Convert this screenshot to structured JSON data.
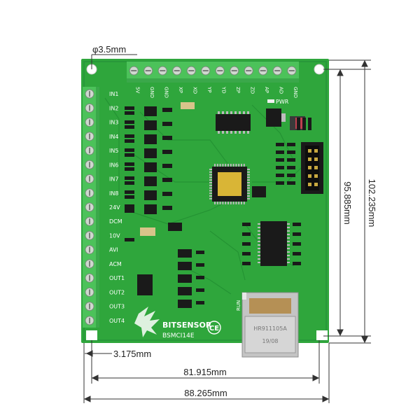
{
  "dimensions": {
    "hole_diameter": "φ3.5mm",
    "edge_offset": "3.175mm",
    "hole_spacing_w": "81.915mm",
    "board_width": "88.265mm",
    "hole_spacing_h": "95.885mm",
    "board_height": "102.235mm"
  },
  "top_terminal_labels": [
    "5V",
    "GND",
    "GND",
    "XP",
    "XD",
    "YP",
    "YD",
    "ZP",
    "ZD",
    "AP",
    "AD",
    "GND"
  ],
  "left_terminal_labels": [
    "IN1",
    "IN2",
    "IN3",
    "IN4",
    "IN5",
    "IN6",
    "IN7",
    "IN8",
    "24V",
    "DCM",
    "10V",
    "AVI",
    "ACM",
    "OUT1",
    "OUT2",
    "OUT3",
    "OUT4"
  ],
  "board": {
    "brand": "BITSENSOR",
    "model": "BSMCI14E",
    "pwr_label": "PWR",
    "run_label": "RUN",
    "ce_mark": "CE",
    "rj45_label_1": "HR911105A",
    "rj45_label_2": "19/08"
  },
  "colors": {
    "pcb": "#2fa63c",
    "pcb_dark": "#1f8a2c",
    "terminal": "#4cc25a",
    "chip": "#1a1a1a",
    "gold": "#d9b536"
  }
}
